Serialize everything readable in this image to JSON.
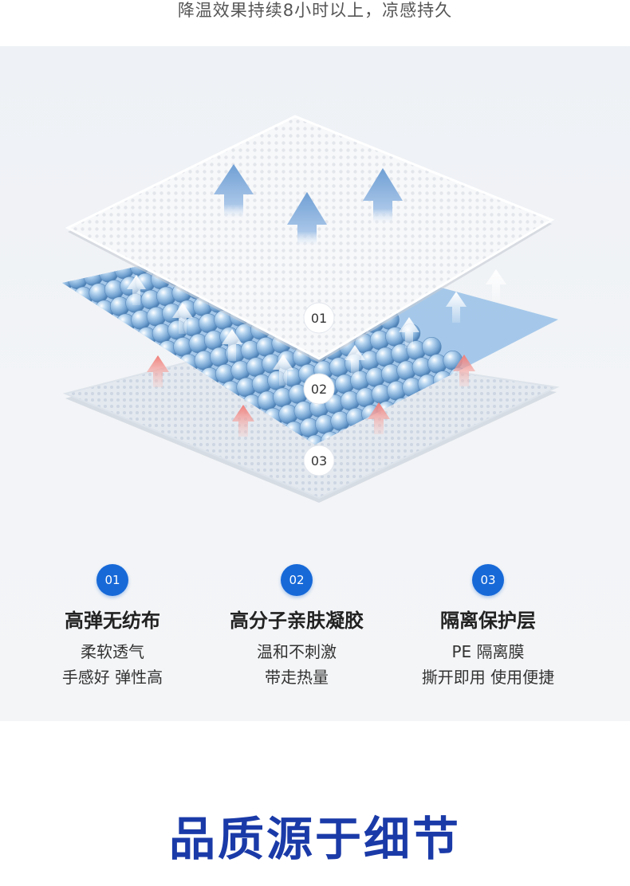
{
  "top_caption": "降温效果持续8小时以上，凉感持久",
  "layer_labels": [
    "01",
    "02",
    "03"
  ],
  "features": [
    {
      "number": "01",
      "title": "高弹无纺布",
      "lines": [
        "柔软透气",
        "手感好 弹性高"
      ]
    },
    {
      "number": "02",
      "title": "高分子亲肤凝胶",
      "lines": [
        "温和不刺激",
        "带走热量"
      ]
    },
    {
      "number": "03",
      "title": "隔离保护层",
      "lines": [
        "PE 隔离膜",
        "撕开即用 使用便捷"
      ]
    }
  ],
  "headline": "品质源于细节",
  "colors": {
    "accent": "#1769d8",
    "headline": "#1a3aa8",
    "cool_arrow": "#7aa6d6",
    "warm_arrow": "#f08a84",
    "gel": "#9cc3e8"
  }
}
